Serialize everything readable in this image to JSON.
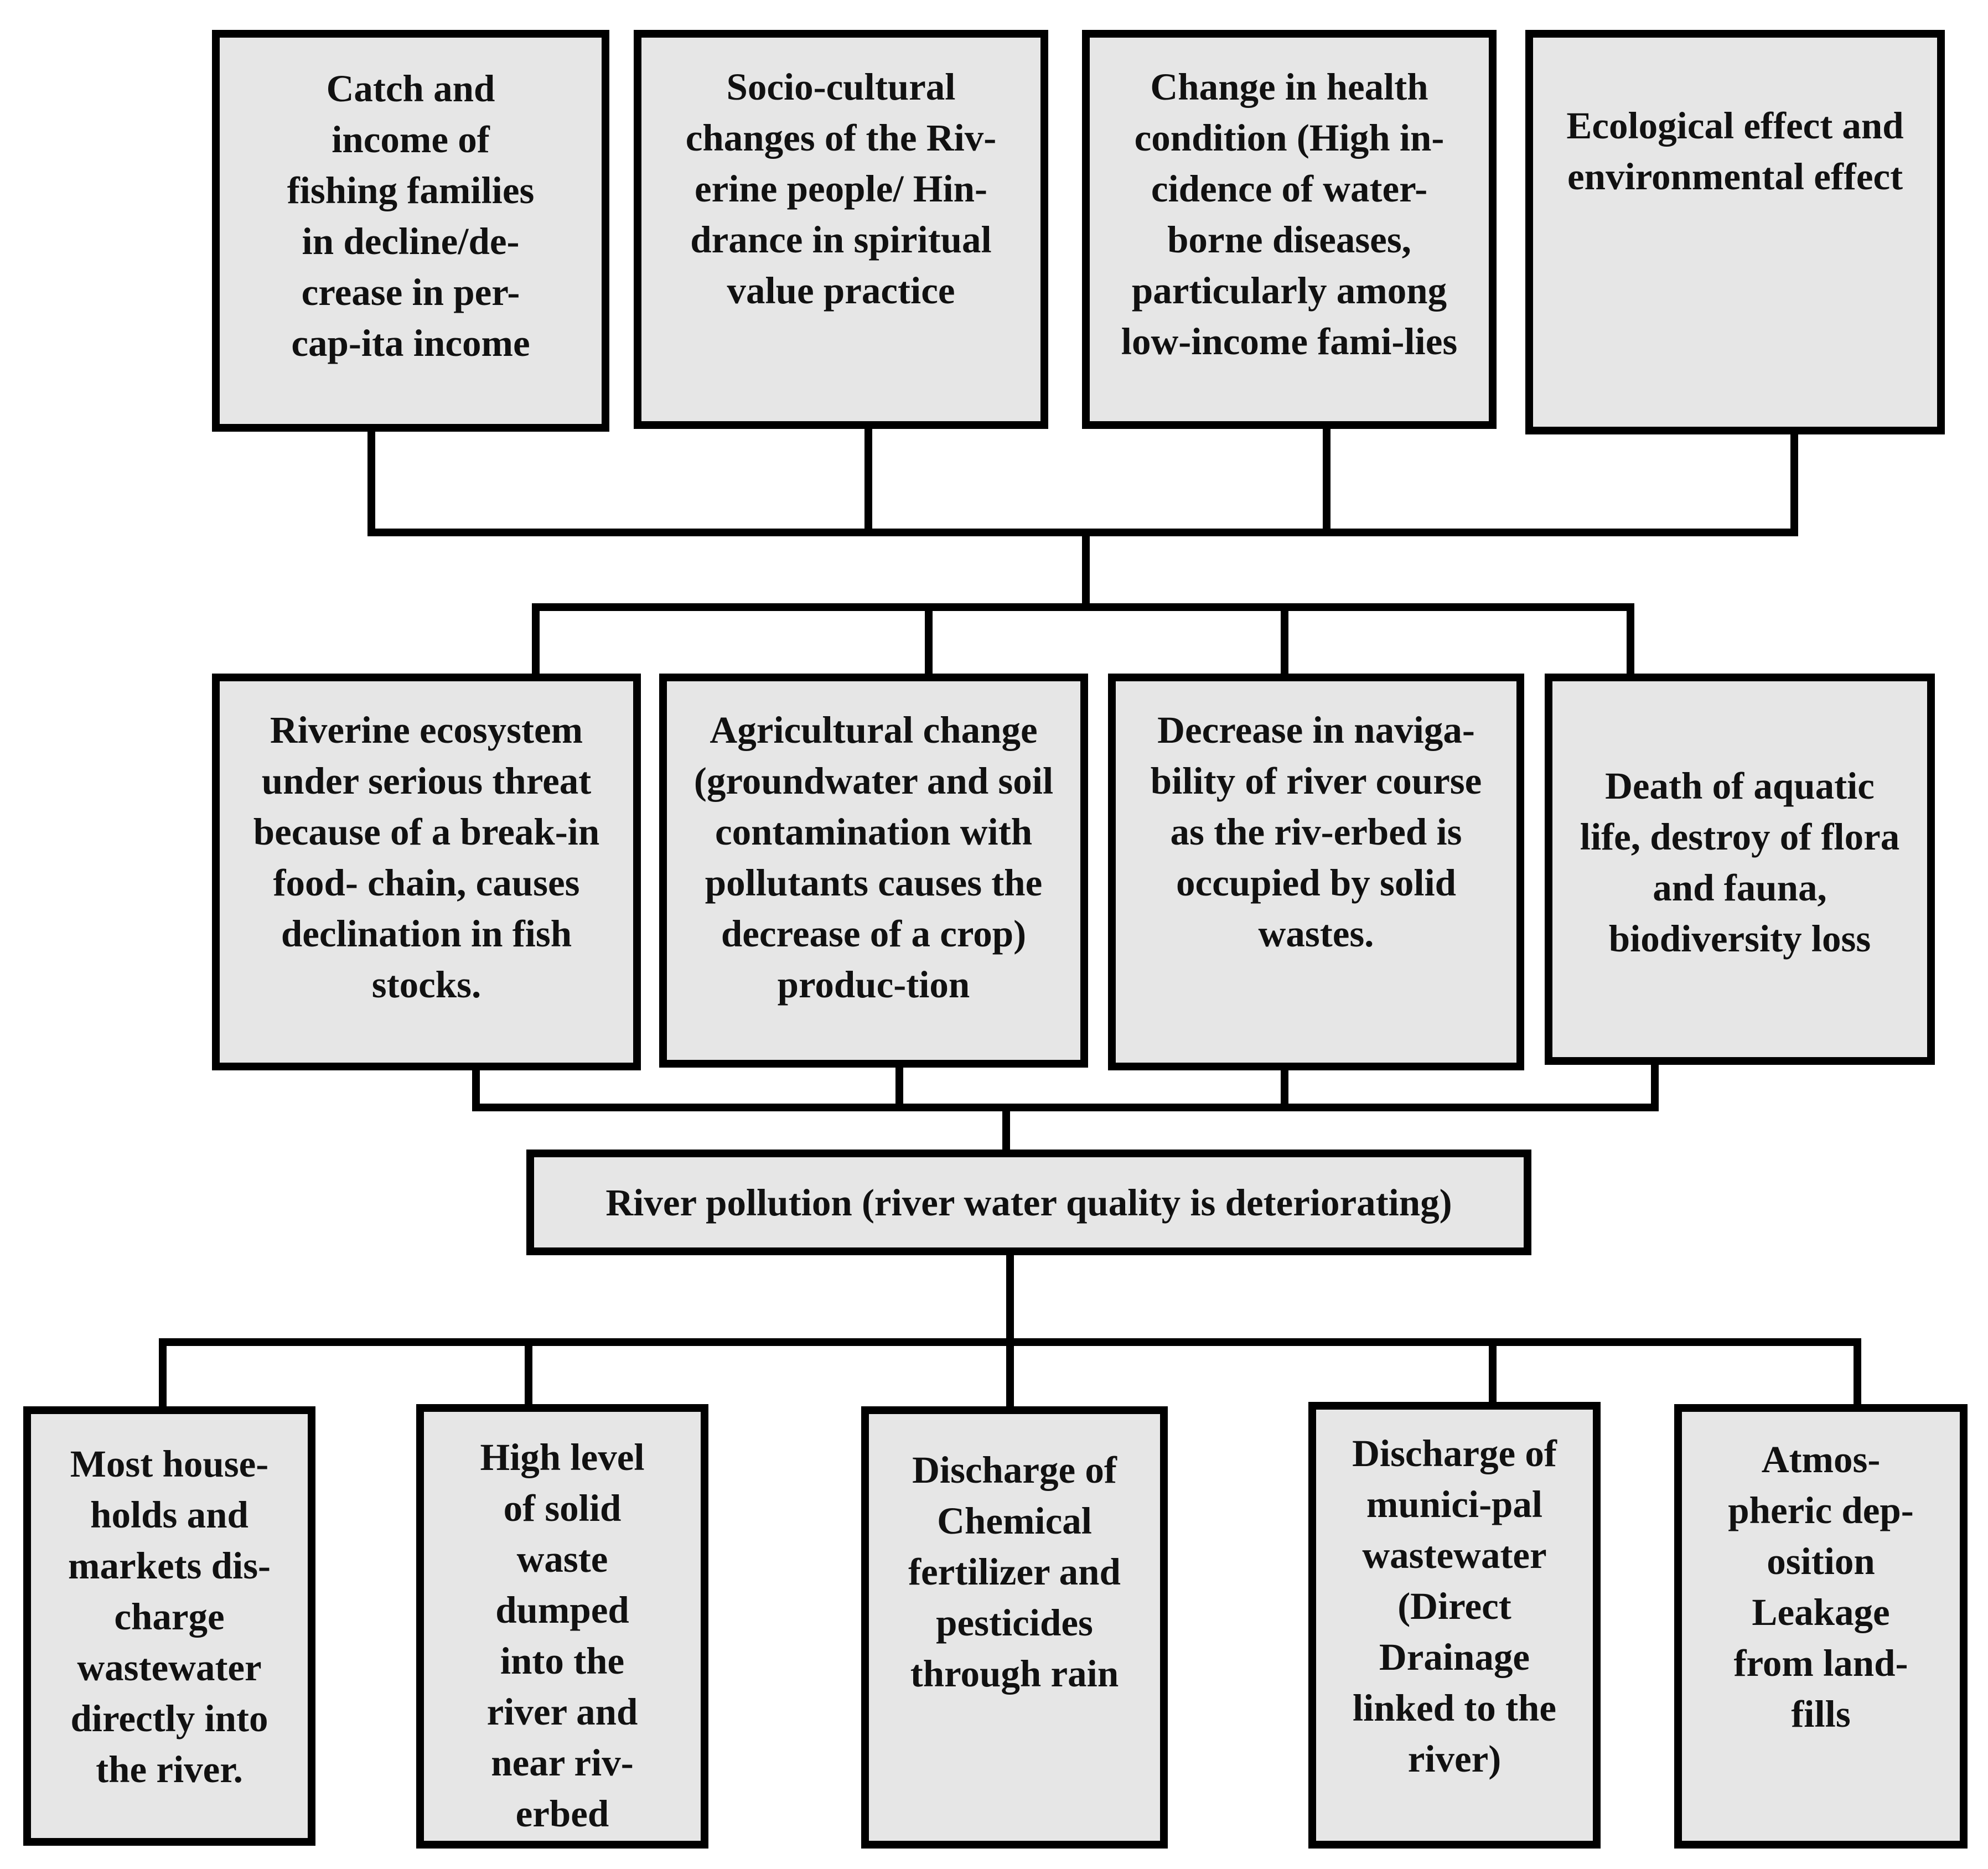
{
  "figure": {
    "top_effects": [
      "Catch and income of fishing families in decline/de-crease in per-cap-ita income",
      "Socio-cultural changes of the Riv-erine people/ Hin-drance in spiritual value practice",
      "Change in health condition (High in-cidence of water-borne diseases, particularly among low-income fami-lies",
      "Ecological effect and environmental effect"
    ],
    "middle_effects": [
      "Riverine ecosystem under serious threat because of a break-in food- chain, causes declination in fish stocks.",
      "Agricultural change (groundwater and soil contamination with pollutants causes the decrease of a crop) produc-tion",
      "Decrease in naviga-bility of river course as the riv-erbed is occupied by solid wastes.",
      "Death of aquatic life, destroy of flora and fauna, biodiversity loss"
    ],
    "core_problem": "River pollution (river water quality is deteriorating)",
    "causes": [
      "Most house-holds and markets dis-charge wastewater directly into the river.",
      "High level of solid waste dumped into the river and near riv-erbed",
      "Discharge of Chemical fertilizer and pesticides through rain",
      "Discharge of munici-pal wastewater (Direct Drainage linked to the river)",
      "Atmos-pheric dep-osition Leakage from land-fills"
    ]
  }
}
